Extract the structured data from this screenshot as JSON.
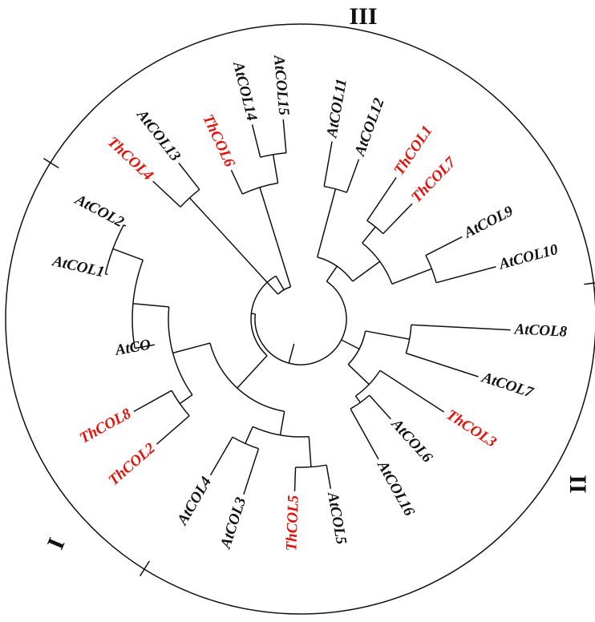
{
  "colors": {
    "arabidopsis": "#111111",
    "thellungiella": "#e3120b",
    "line": "#111111"
  },
  "clades": [
    {
      "id": "I",
      "label": "I"
    },
    {
      "id": "II",
      "label": "II"
    },
    {
      "id": "III",
      "label": "III"
    }
  ],
  "leaves": [
    {
      "id": "AtCOL11",
      "label": "AtCOL11",
      "group": "arabidopsis"
    },
    {
      "id": "AtCOL12",
      "label": "AtCOL12",
      "group": "arabidopsis"
    },
    {
      "id": "ThCOL1",
      "label": "ThCOL1",
      "group": "thellungiella"
    },
    {
      "id": "ThCOL7",
      "label": "ThCOL7",
      "group": "thellungiella"
    },
    {
      "id": "AtCOL9",
      "label": "AtCOL9",
      "group": "arabidopsis"
    },
    {
      "id": "AtCOL10",
      "label": "AtCOL10",
      "group": "arabidopsis"
    },
    {
      "id": "AtCOL8",
      "label": "AtCOL8",
      "group": "arabidopsis"
    },
    {
      "id": "AtCOL7",
      "label": "AtCOL7",
      "group": "arabidopsis"
    },
    {
      "id": "ThCOL3",
      "label": "ThCOL3",
      "group": "thellungiella"
    },
    {
      "id": "AtCOL6",
      "label": "AtCOL6",
      "group": "arabidopsis"
    },
    {
      "id": "AtCOL16",
      "label": "AtCOL16",
      "group": "arabidopsis"
    },
    {
      "id": "AtCOL5",
      "label": "AtCOL5",
      "group": "arabidopsis"
    },
    {
      "id": "ThCOL5",
      "label": "ThCOL5",
      "group": "thellungiella"
    },
    {
      "id": "AtCOL3",
      "label": "AtCOL3",
      "group": "arabidopsis"
    },
    {
      "id": "AtCOL4",
      "label": "AtCOL4",
      "group": "arabidopsis"
    },
    {
      "id": "ThCOL2",
      "label": "ThCOL2",
      "group": "thellungiella"
    },
    {
      "id": "ThCOL8",
      "label": "ThCOL8",
      "group": "thellungiella"
    },
    {
      "id": "AtCO",
      "label": "AtCO",
      "group": "arabidopsis"
    },
    {
      "id": "AtCOL1",
      "label": "AtCOL1",
      "group": "arabidopsis"
    },
    {
      "id": "AtCOL2",
      "label": "AtCOL2",
      "group": "arabidopsis"
    },
    {
      "id": "ThCOL4",
      "label": "ThCOL4",
      "group": "thellungiella"
    },
    {
      "id": "AtCOL13",
      "label": "AtCOL13",
      "group": "arabidopsis"
    },
    {
      "id": "ThCOL6",
      "label": "ThCOL6",
      "group": "thellungiella"
    },
    {
      "id": "AtCOL14",
      "label": "AtCOL14",
      "group": "arabidopsis"
    },
    {
      "id": "AtCOL15",
      "label": "AtCOL15",
      "group": "arabidopsis"
    }
  ]
}
